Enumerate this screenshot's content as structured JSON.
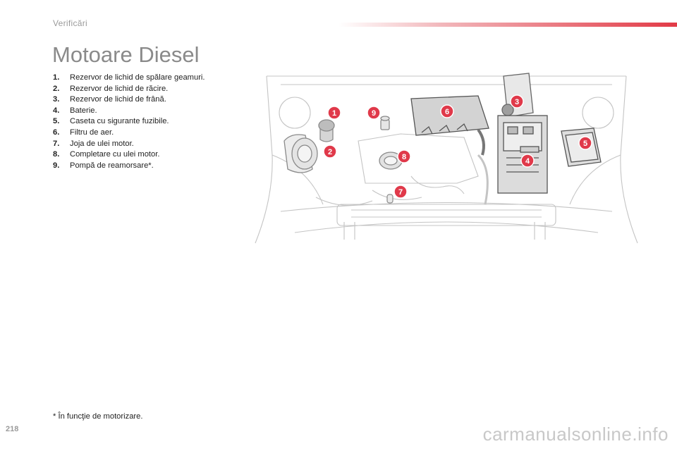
{
  "header": {
    "section": "Verificări"
  },
  "title": "Motoare Diesel",
  "legend": [
    {
      "num": "1.",
      "text": "Rezervor de lichid de spălare geamuri."
    },
    {
      "num": "2.",
      "text": "Rezervor de lichid de răcire."
    },
    {
      "num": "3.",
      "text": "Rezervor de lichid de frână."
    },
    {
      "num": "4.",
      "text": "Baterie."
    },
    {
      "num": "5.",
      "text": "Caseta cu sigurante fuzibile."
    },
    {
      "num": "6.",
      "text": "Filtru de aer."
    },
    {
      "num": "7.",
      "text": "Joja de ulei motor."
    },
    {
      "num": "8.",
      "text": "Completare cu ulei motor."
    },
    {
      "num": "9.",
      "text": "Pompă de reamorsare*."
    }
  ],
  "diagram": {
    "markers": [
      "1",
      "2",
      "3",
      "4",
      "5",
      "6",
      "7",
      "8",
      "9"
    ],
    "marker_color": "#e0394a"
  },
  "footnote": "* În funcţie de motorizare.",
  "page_number": "218",
  "watermark": "carmanualsonline.info"
}
